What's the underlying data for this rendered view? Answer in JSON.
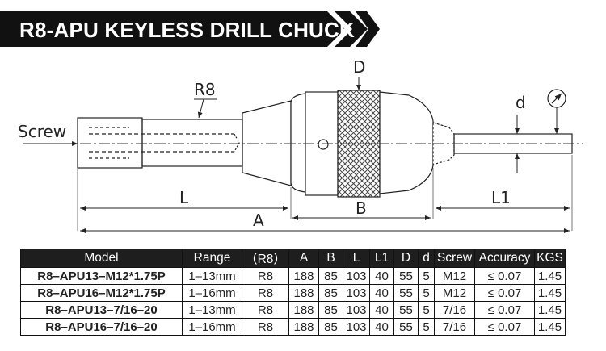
{
  "title": "R8-APU KEYLESS DRILL CHUCK",
  "drawing": {
    "labels": {
      "screw": "Screw",
      "r8": "R8",
      "D": "D",
      "d": "d",
      "L": "L",
      "A": "A",
      "B": "B",
      "L1": "L1"
    }
  },
  "table": {
    "headers": [
      "Model",
      "Range",
      "（R8）",
      "A",
      "B",
      "L",
      "L1",
      "D",
      "d",
      "Screw",
      "Accuracy",
      "KGS"
    ],
    "rows": [
      [
        "R8–APU13–M12*1.75P",
        "1–13mm",
        "R8",
        "188",
        "85",
        "103",
        "40",
        "55",
        "5",
        "M12",
        "≤ 0.07",
        "1.45"
      ],
      [
        "R8–APU16–M12*1.75P",
        "1–16mm",
        "R8",
        "188",
        "85",
        "103",
        "40",
        "55",
        "5",
        "M12",
        "≤ 0.07",
        "1.45"
      ],
      [
        "R8–APU13–7/16–20",
        "1–13mm",
        "R8",
        "188",
        "85",
        "103",
        "40",
        "55",
        "5",
        "7/16",
        "≤ 0.07",
        "1.45"
      ],
      [
        "R8–APU16–7/16–20",
        "1–16mm",
        "R8",
        "188",
        "85",
        "103",
        "40",
        "55",
        "5",
        "7/16",
        "≤ 0.07",
        "1.45"
      ]
    ]
  },
  "colors": {
    "banner": "#111111",
    "header_bg": "#1e1e1e",
    "line": "#222222"
  }
}
